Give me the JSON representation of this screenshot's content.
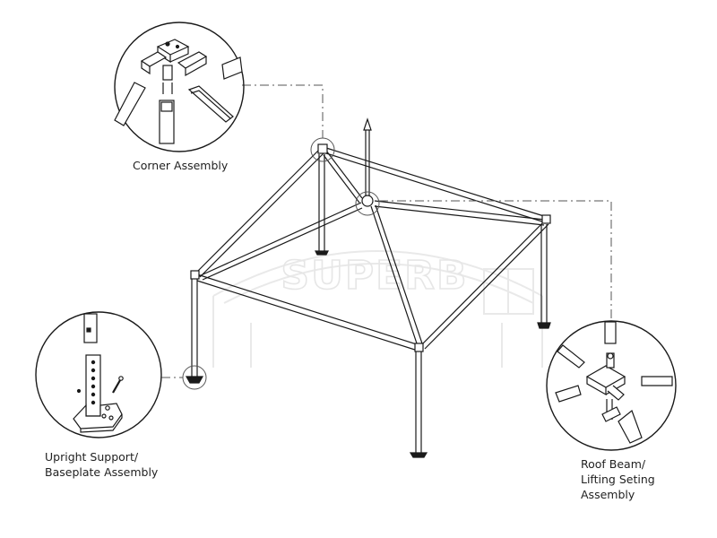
{
  "watermark": "SUPERB",
  "labels": {
    "corner": "Corner Assembly",
    "upright_line1": "Upright Support/",
    "upright_line2": "Baseplate Assembly",
    "roof_line1": "Roof Beam/",
    "roof_line2": "Lifting Seting",
    "roof_line3": "Assembly"
  },
  "colors": {
    "line": "#1a1a1a",
    "watermark": "#e9e9e9"
  }
}
